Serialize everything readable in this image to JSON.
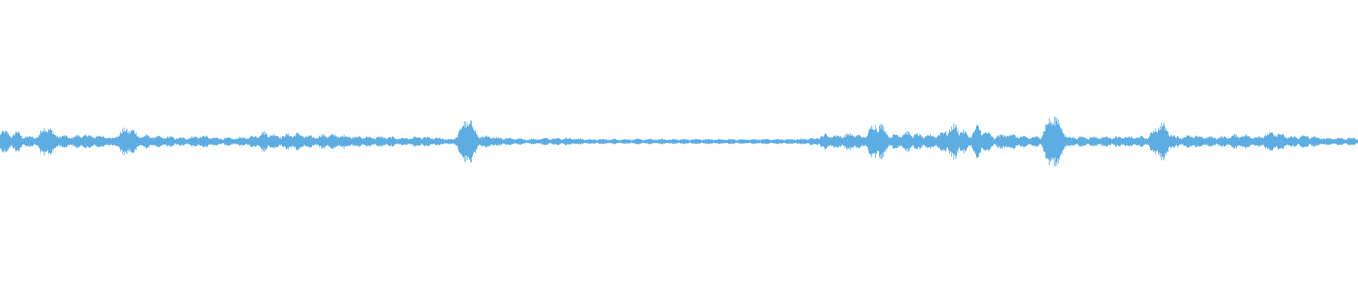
{
  "waveform": {
    "color": "#5DADE2",
    "background": "#FFFFFF",
    "samples": 1920,
    "amplitude_envelope": [
      {
        "t": 0.0,
        "a": 0.11
      },
      {
        "t": 0.004,
        "a": 0.08
      },
      {
        "t": 0.008,
        "a": 0.06
      },
      {
        "t": 0.012,
        "a": 0.09
      },
      {
        "t": 0.016,
        "a": 0.05
      },
      {
        "t": 0.022,
        "a": 0.04
      },
      {
        "t": 0.028,
        "a": 0.05
      },
      {
        "t": 0.034,
        "a": 0.16
      },
      {
        "t": 0.04,
        "a": 0.06
      },
      {
        "t": 0.046,
        "a": 0.05
      },
      {
        "t": 0.052,
        "a": 0.04
      },
      {
        "t": 0.06,
        "a": 0.06
      },
      {
        "t": 0.068,
        "a": 0.05
      },
      {
        "t": 0.076,
        "a": 0.05
      },
      {
        "t": 0.082,
        "a": 0.03
      },
      {
        "t": 0.095,
        "a": 0.13
      },
      {
        "t": 0.102,
        "a": 0.05
      },
      {
        "t": 0.11,
        "a": 0.05
      },
      {
        "t": 0.118,
        "a": 0.04
      },
      {
        "t": 0.126,
        "a": 0.04
      },
      {
        "t": 0.134,
        "a": 0.03
      },
      {
        "t": 0.148,
        "a": 0.05
      },
      {
        "t": 0.16,
        "a": 0.03
      },
      {
        "t": 0.172,
        "a": 0.03
      },
      {
        "t": 0.184,
        "a": 0.04
      },
      {
        "t": 0.194,
        "a": 0.08
      },
      {
        "t": 0.206,
        "a": 0.05
      },
      {
        "t": 0.218,
        "a": 0.07
      },
      {
        "t": 0.23,
        "a": 0.04
      },
      {
        "t": 0.24,
        "a": 0.06
      },
      {
        "t": 0.256,
        "a": 0.05
      },
      {
        "t": 0.27,
        "a": 0.04
      },
      {
        "t": 0.284,
        "a": 0.04
      },
      {
        "t": 0.298,
        "a": 0.03
      },
      {
        "t": 0.31,
        "a": 0.04
      },
      {
        "t": 0.322,
        "a": 0.03
      },
      {
        "t": 0.334,
        "a": 0.02
      },
      {
        "t": 0.345,
        "a": 0.22
      },
      {
        "t": 0.352,
        "a": 0.05
      },
      {
        "t": 0.362,
        "a": 0.04
      },
      {
        "t": 0.376,
        "a": 0.03
      },
      {
        "t": 0.39,
        "a": 0.02
      },
      {
        "t": 0.404,
        "a": 0.03
      },
      {
        "t": 0.418,
        "a": 0.03
      },
      {
        "t": 0.432,
        "a": 0.02
      },
      {
        "t": 0.446,
        "a": 0.02
      },
      {
        "t": 0.46,
        "a": 0.02
      },
      {
        "t": 0.474,
        "a": 0.02
      },
      {
        "t": 0.488,
        "a": 0.02
      },
      {
        "t": 0.502,
        "a": 0.02
      },
      {
        "t": 0.516,
        "a": 0.02
      },
      {
        "t": 0.53,
        "a": 0.02
      },
      {
        "t": 0.544,
        "a": 0.02
      },
      {
        "t": 0.558,
        "a": 0.02
      },
      {
        "t": 0.572,
        "a": 0.02
      },
      {
        "t": 0.586,
        "a": 0.02
      },
      {
        "t": 0.6,
        "a": 0.03
      },
      {
        "t": 0.608,
        "a": 0.06
      },
      {
        "t": 0.618,
        "a": 0.05
      },
      {
        "t": 0.628,
        "a": 0.07
      },
      {
        "t": 0.636,
        "a": 0.04
      },
      {
        "t": 0.646,
        "a": 0.18
      },
      {
        "t": 0.656,
        "a": 0.05
      },
      {
        "t": 0.668,
        "a": 0.08
      },
      {
        "t": 0.68,
        "a": 0.05
      },
      {
        "t": 0.69,
        "a": 0.06
      },
      {
        "t": 0.704,
        "a": 0.14
      },
      {
        "t": 0.714,
        "a": 0.05
      },
      {
        "t": 0.72,
        "a": 0.13
      },
      {
        "t": 0.732,
        "a": 0.04
      },
      {
        "t": 0.742,
        "a": 0.07
      },
      {
        "t": 0.754,
        "a": 0.04
      },
      {
        "t": 0.766,
        "a": 0.04
      },
      {
        "t": 0.776,
        "a": 0.26
      },
      {
        "t": 0.786,
        "a": 0.04
      },
      {
        "t": 0.798,
        "a": 0.04
      },
      {
        "t": 0.81,
        "a": 0.04
      },
      {
        "t": 0.822,
        "a": 0.04
      },
      {
        "t": 0.834,
        "a": 0.04
      },
      {
        "t": 0.846,
        "a": 0.04
      },
      {
        "t": 0.854,
        "a": 0.17
      },
      {
        "t": 0.866,
        "a": 0.04
      },
      {
        "t": 0.878,
        "a": 0.05
      },
      {
        "t": 0.89,
        "a": 0.04
      },
      {
        "t": 0.902,
        "a": 0.04
      },
      {
        "t": 0.914,
        "a": 0.06
      },
      {
        "t": 0.926,
        "a": 0.04
      },
      {
        "t": 0.938,
        "a": 0.08
      },
      {
        "t": 0.95,
        "a": 0.04
      },
      {
        "t": 0.962,
        "a": 0.05
      },
      {
        "t": 0.974,
        "a": 0.03
      },
      {
        "t": 0.986,
        "a": 0.03
      },
      {
        "t": 1.0,
        "a": 0.03
      }
    ]
  }
}
